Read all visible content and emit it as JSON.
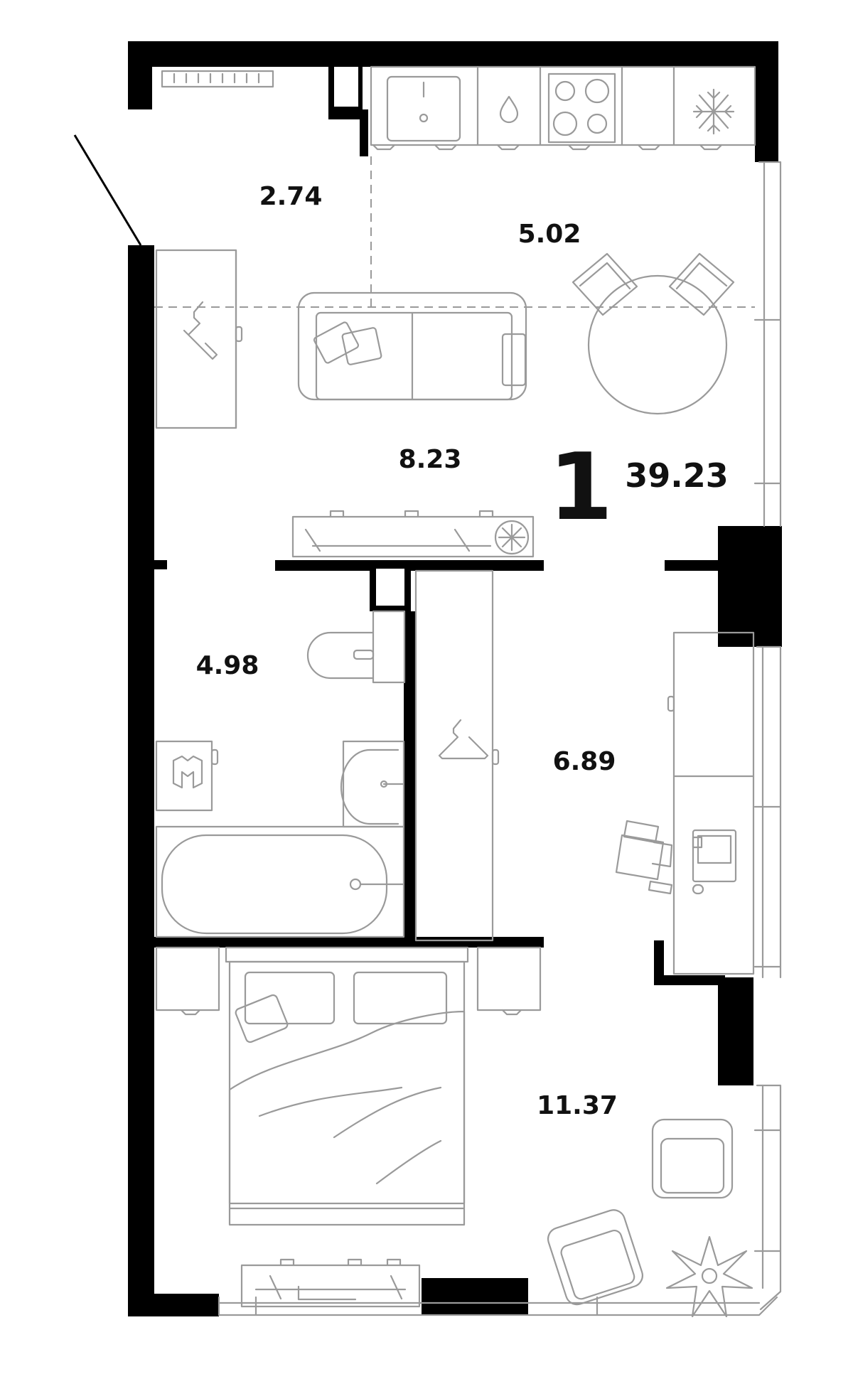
{
  "plan": {
    "rooms_label": "1",
    "total_area": "39.23",
    "areas": {
      "hallway": "2.74",
      "kitchen": "5.02",
      "living": "8.23",
      "bathroom": "4.98",
      "corridor": "6.89",
      "bedroom": "11.37"
    },
    "colors": {
      "walls": "#000000",
      "furniture": "#9a9a9a",
      "text": "#111111",
      "background": "#ffffff"
    }
  }
}
